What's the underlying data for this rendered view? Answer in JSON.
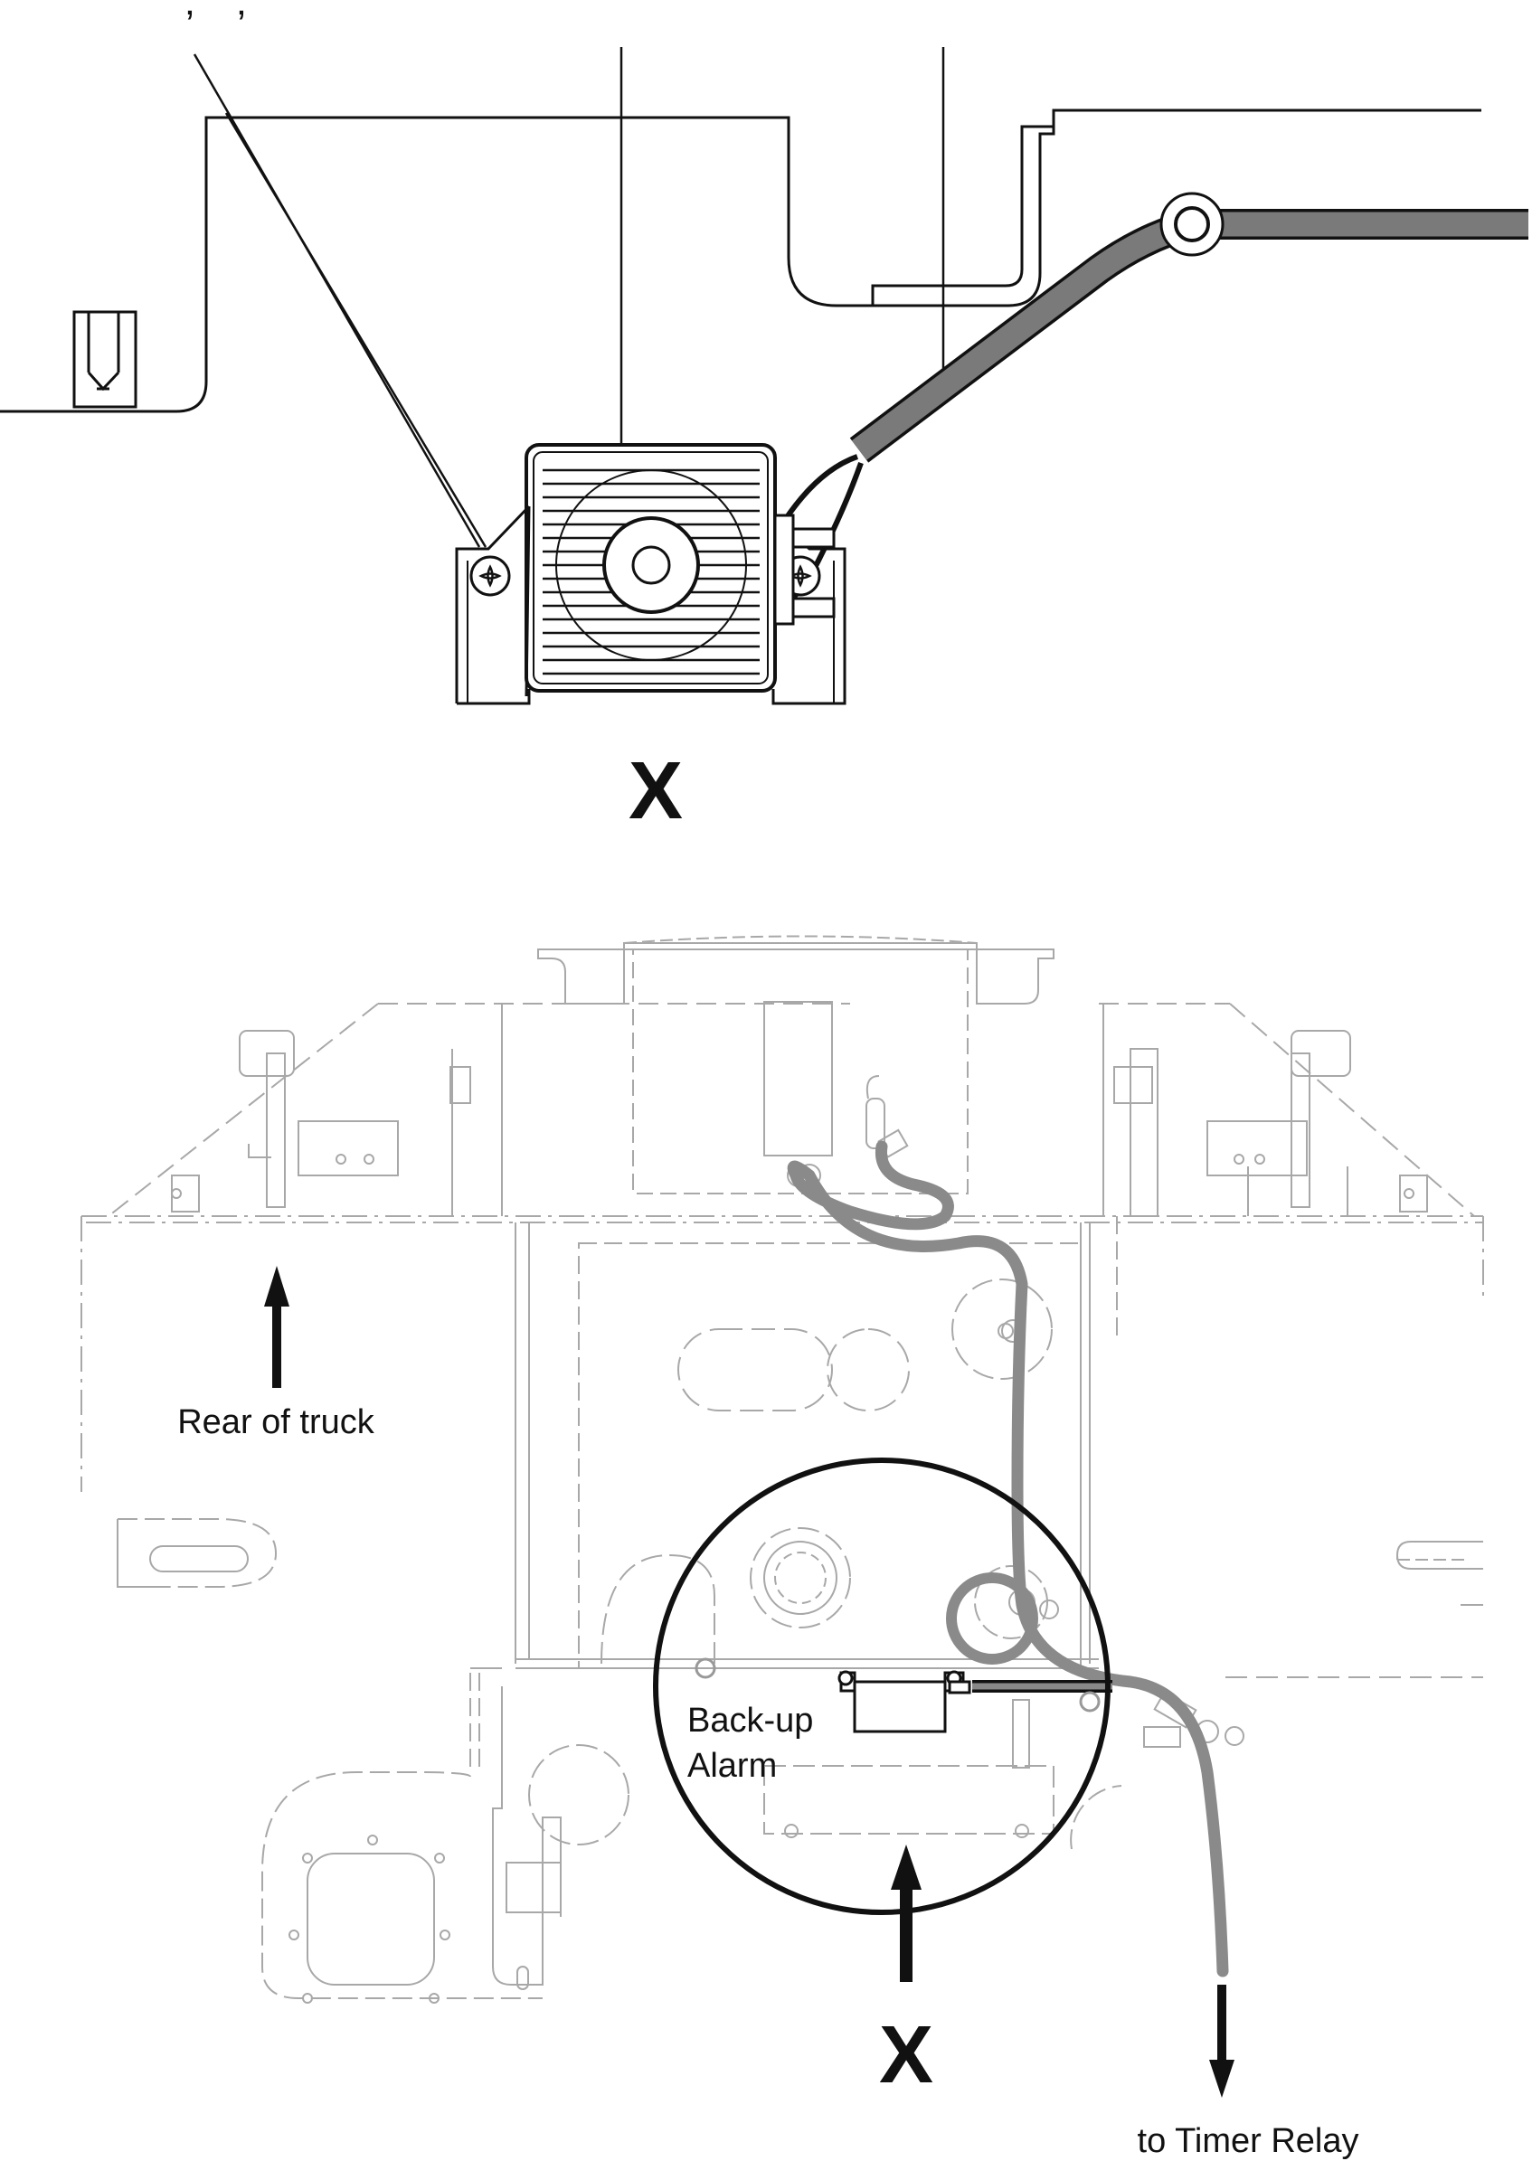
{
  "detail": {
    "view_label": "X",
    "callout_marks": [
      "’",
      "’"
    ]
  },
  "overview": {
    "rear_label": "Rear of truck",
    "alarm_label_line1": "Back-up",
    "alarm_label_line2": "Alarm",
    "view_label": "X",
    "timer_label": "to Timer Relay"
  },
  "colors": {
    "line": "#111111",
    "phantom": "#a8a8a8",
    "harness": "#8a8a8a",
    "cable": "#7a7a7a"
  },
  "icons": {
    "up-arrow": "up-arrow-icon",
    "down-arrow": "down-arrow-icon",
    "screw": "screw-icon"
  }
}
